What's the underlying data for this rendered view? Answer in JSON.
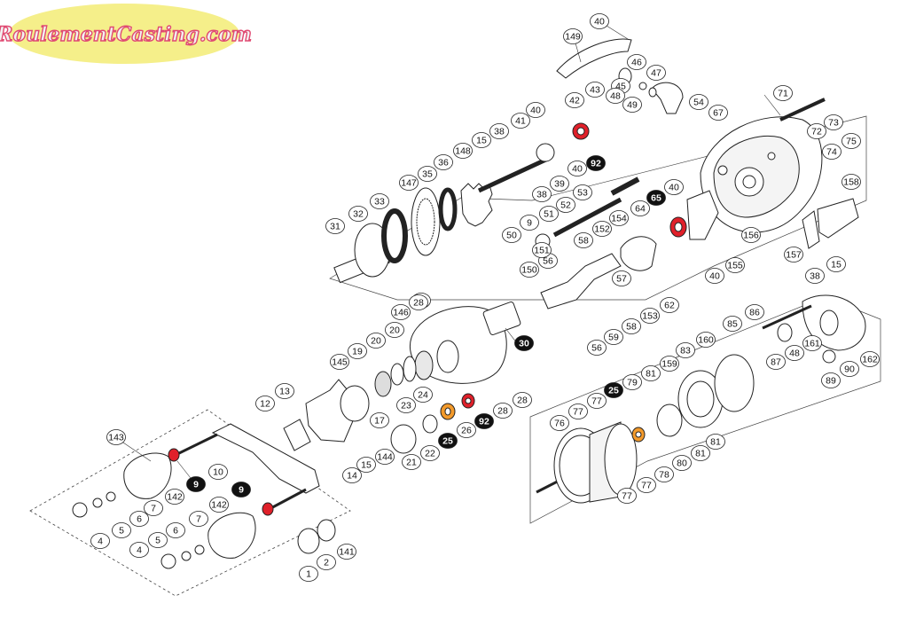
{
  "brand": {
    "logo_text": "RoulementCasting.com",
    "fill_color": "#f5ef8a",
    "text_color": "#e04a72"
  },
  "colors": {
    "line": "#222222",
    "bearing_red": "#e0202a",
    "bearing_orange": "#f39a2b",
    "callout_fill": "#111111",
    "callout_text": "#ffffff"
  },
  "callouts": {
    "main_frame": [
      "40",
      "149",
      "46",
      "47",
      "45",
      "48",
      "49",
      "54",
      "43",
      "42",
      "40",
      "41",
      "38",
      "15",
      "92",
      "148",
      "36",
      "35",
      "147",
      "33",
      "32",
      "31",
      "39",
      "38",
      "40",
      "53",
      "52",
      "51",
      "9",
      "50",
      "56",
      "151",
      "152",
      "154",
      "64",
      "65",
      "40",
      "58",
      "150",
      "67",
      "71",
      "72",
      "73",
      "74",
      "75",
      "155",
      "156",
      "157",
      "158",
      "57",
      "62",
      "153",
      "58",
      "59",
      "56",
      "40",
      "28",
      "146",
      "30"
    ],
    "handle": [
      "143",
      "13",
      "12",
      "10",
      "9",
      "9",
      "142",
      "142",
      "7",
      "7",
      "6",
      "6",
      "5",
      "5",
      "4",
      "4",
      "14",
      "15",
      "144",
      "141",
      "2",
      "1"
    ],
    "drag_side": [
      "20",
      "20",
      "19",
      "145",
      "28",
      "24",
      "23",
      "22",
      "21",
      "17",
      "25",
      "26",
      "92",
      "28",
      "28"
    ],
    "spool_side": [
      "15",
      "38",
      "85",
      "86",
      "87",
      "48",
      "161",
      "89",
      "90",
      "162",
      "83",
      "160",
      "81",
      "159",
      "79",
      "25",
      "77",
      "77",
      "76",
      "78",
      "80",
      "81",
      "81",
      "77",
      "77"
    ]
  },
  "icons": [
    "bearing-icon",
    "gear-icon",
    "screw-icon",
    "spool-icon",
    "handle-icon"
  ]
}
